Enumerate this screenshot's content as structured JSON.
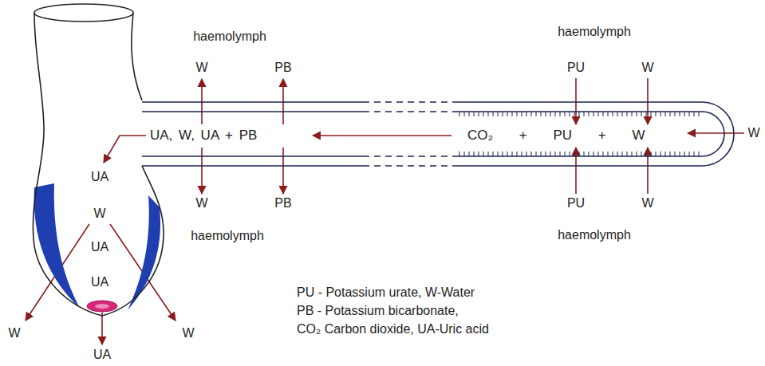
{
  "diagram": {
    "nodes": [
      {
        "text": [
          "UA",
          "W",
          "UA",
          "UA"
        ]
      },
      {
        "text": [
          "UA, W, UA + PB",
          "CO₂ + PU + W"
        ]
      }
    ],
    "labels": [
      "haemolymph",
      "W",
      "PB",
      "haemolymph",
      "PU",
      "W",
      "W",
      "W",
      "PB",
      "haemolymph",
      "PU",
      "W",
      "haemolymph",
      "PU - Potassium urate, W-Water",
      "PB - Potassium bicarbonate,",
      "CO₂ Carbon dioxide, UA-Uric acid",
      "W",
      "W",
      "UA"
    ]
  }
}
